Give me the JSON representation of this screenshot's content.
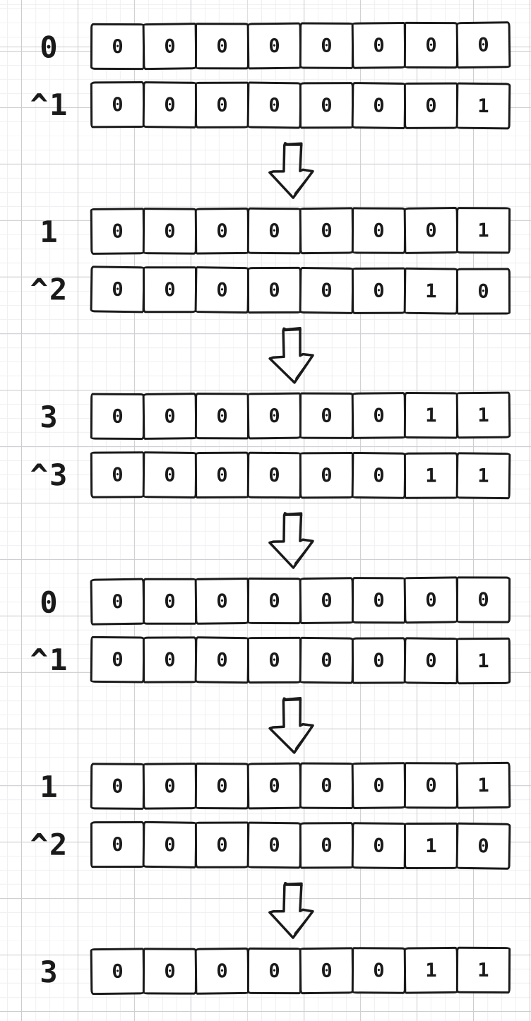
{
  "colors": {
    "ink": "#1a1a1a",
    "grid_minor": "#f0f0f2",
    "grid_major": "#cdcdd1",
    "background": "#ffffff",
    "cell_fill": "#ffffff"
  },
  "diagram": {
    "bit_count": 8,
    "steps": [
      {
        "type": "row",
        "label": "0",
        "bits": [
          "0",
          "0",
          "0",
          "0",
          "0",
          "0",
          "0",
          "0"
        ]
      },
      {
        "type": "row",
        "label": "^1",
        "bits": [
          "0",
          "0",
          "0",
          "0",
          "0",
          "0",
          "0",
          "1"
        ]
      },
      {
        "type": "arrow"
      },
      {
        "type": "row",
        "label": "1",
        "bits": [
          "0",
          "0",
          "0",
          "0",
          "0",
          "0",
          "0",
          "1"
        ]
      },
      {
        "type": "row",
        "label": "^2",
        "bits": [
          "0",
          "0",
          "0",
          "0",
          "0",
          "0",
          "1",
          "0"
        ]
      },
      {
        "type": "arrow"
      },
      {
        "type": "row",
        "label": "3",
        "bits": [
          "0",
          "0",
          "0",
          "0",
          "0",
          "0",
          "1",
          "1"
        ]
      },
      {
        "type": "row",
        "label": "^3",
        "bits": [
          "0",
          "0",
          "0",
          "0",
          "0",
          "0",
          "1",
          "1"
        ]
      },
      {
        "type": "arrow"
      },
      {
        "type": "row",
        "label": "0",
        "bits": [
          "0",
          "0",
          "0",
          "0",
          "0",
          "0",
          "0",
          "0"
        ]
      },
      {
        "type": "row",
        "label": "^1",
        "bits": [
          "0",
          "0",
          "0",
          "0",
          "0",
          "0",
          "0",
          "1"
        ]
      },
      {
        "type": "arrow"
      },
      {
        "type": "row",
        "label": "1",
        "bits": [
          "0",
          "0",
          "0",
          "0",
          "0",
          "0",
          "0",
          "1"
        ]
      },
      {
        "type": "row",
        "label": "^2",
        "bits": [
          "0",
          "0",
          "0",
          "0",
          "0",
          "0",
          "1",
          "0"
        ]
      },
      {
        "type": "arrow"
      },
      {
        "type": "row",
        "label": "3",
        "bits": [
          "0",
          "0",
          "0",
          "0",
          "0",
          "0",
          "1",
          "1"
        ]
      }
    ]
  }
}
